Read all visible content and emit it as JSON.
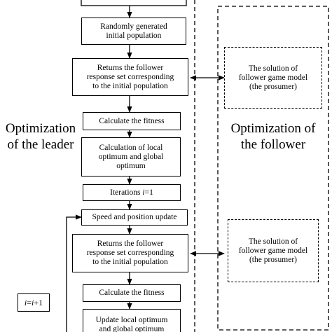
{
  "leader_label": "Optimization\nof the leader",
  "follower_label": "Optimization of\nthe follower",
  "boxes": {
    "random_population": "Randomly generated\ninitial population",
    "returns_response_1": "Returns the follower\nresponse set corresponding\nto the initial population",
    "calc_fitness_1": "Calculate the fitness",
    "calc_optimum": "Calculation of local\noptimum and global\noptimum",
    "iterations_prefix": "Iterations ",
    "iterations_var": "i",
    "iterations_suffix": "=1",
    "speed_update": "Speed and position update",
    "returns_response_2": "Returns the follower\nresponse set corresponding\nto the initial population",
    "calc_fitness_2": "Calculate the fitness",
    "update_optimum": "Update local optimum\nand global optimum"
  },
  "follower_boxes": {
    "solution_1": "The solution of\nfollower game model\n(the prosumer)",
    "solution_2": "The solution of\nfollower game model\n(the prosumer)"
  },
  "increment": {
    "lhs": "i",
    "mid": "=",
    "rhs": "i",
    "tail": "+1"
  }
}
